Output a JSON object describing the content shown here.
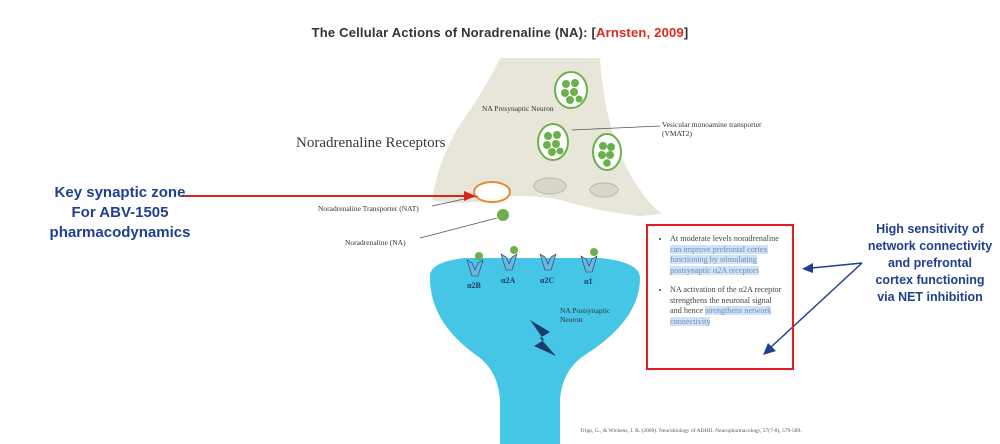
{
  "title": {
    "main": "The Cellular Actions of Noradrenaline (NA): [",
    "reference": "Arnsten, 2009",
    "close": "]"
  },
  "diagram": {
    "heading": "Noradrenaline Receptors",
    "presynaptic_label": "NA Presynaptic Neuron",
    "vmat_label": "Vesicular monoamine transporter (VMAT2)",
    "nat_label": "Noradrenaline Transporter (NAT)",
    "na_label": "Noradrenaline (NA)",
    "postsynaptic_label": "NA Postsynaptic Neuron",
    "receptors": [
      "α2B",
      "α2A",
      "α2C",
      "α1"
    ]
  },
  "key_zone": {
    "line1": "Key  synaptic zone",
    "line2": "For ABV-1505",
    "line3": "pharmacodynamics"
  },
  "high_sensitivity": {
    "line1": "High sensitivity of",
    "line2": "network connectivity",
    "line3": "and prefrontal",
    "line4": "cortex functioning",
    "line5": "via NET inhibition"
  },
  "box": {
    "bullet1_plain": "At moderate levels noradrenaline ",
    "bullet1_highlight": "can improve prefrontal cortex functioning by stimulating postsynaptic α2A receptors",
    "bullet2_plain": "NA activation of the α2A receptor strengthens the neuronal signal and hence ",
    "bullet2_highlight": "strengthens network connectivity"
  },
  "citation": "Tripp, G., & Wickens, J. R. (2009). Neurobiology of ADHD. Neuropharmacology, 57(7-8), 579-589.",
  "colors": {
    "presynaptic": "#e7e6d9",
    "postsynaptic": "#45c6e6",
    "vesicle": "#6cb04d",
    "arrow_red": "#d8261f",
    "arrow_blue": "#1f3f8f",
    "box_border": "#e31b23",
    "nat_ring": "#e88a2c"
  }
}
